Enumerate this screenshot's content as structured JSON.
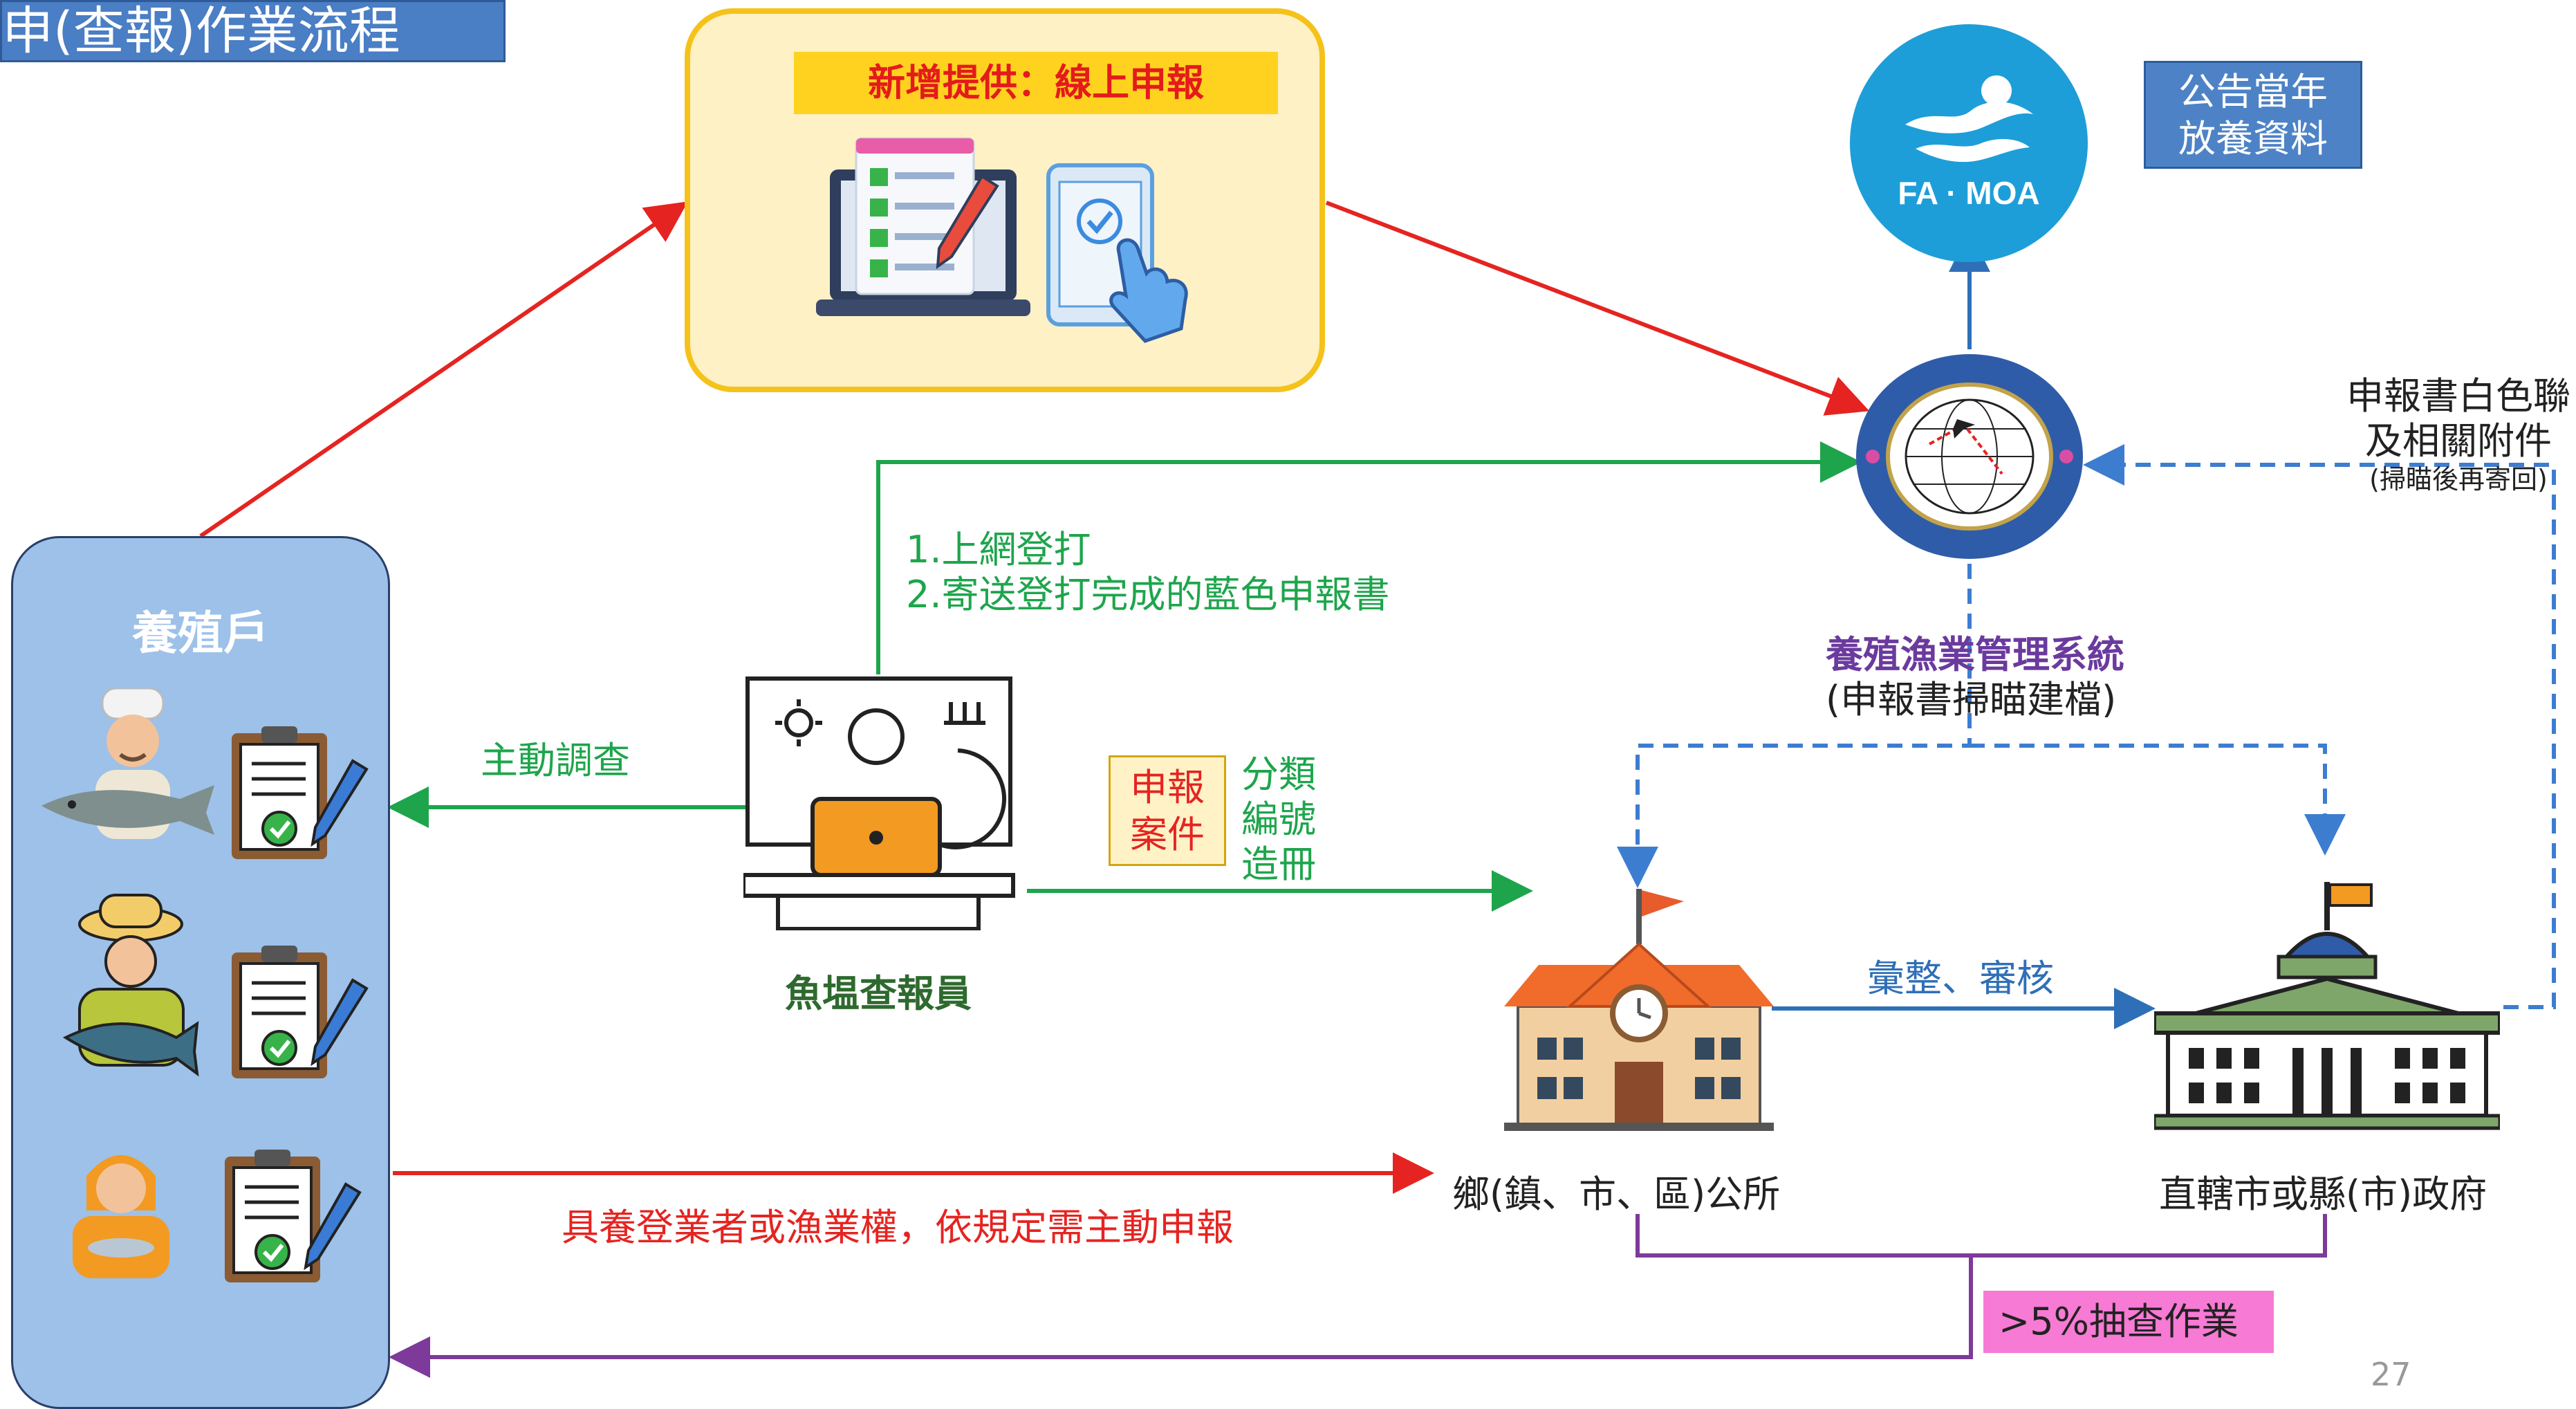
{
  "slide_title": "申(查報)作業流程",
  "online": {
    "title": "新增提供：線上申報"
  },
  "agency": {
    "logo_text": "FA · MOA"
  },
  "notice": {
    "line1": "公告當年",
    "line2": "放養資料"
  },
  "system": {
    "name": "養殖漁業管理系統",
    "sub": "(申報書掃瞄建檔)"
  },
  "return_note": {
    "line1": "申報書白色聯",
    "line2": "及相關附件",
    "line3": "(掃瞄後再寄回)"
  },
  "farmers": {
    "title": "養殖戶"
  },
  "surveyor": {
    "name": "魚塭查報員",
    "step1": "1.上網登打",
    "step2": "2.寄送登打完成的藍色申報書",
    "survey_label": "主動調查",
    "case_line1": "申報",
    "case_line2": "案件",
    "action1": "分類",
    "action2": "編號",
    "action3": "造冊"
  },
  "township": {
    "name": "鄉(鎮、市、區)公所"
  },
  "review_label": "彙整、審核",
  "county": {
    "name": "直轄市或縣(市)政府"
  },
  "self_report_label": "具養登業者或漁業權，依規定需主動申報",
  "spot_check_label": ">5%抽查作業",
  "page_number": "27",
  "colors": {
    "red": "#e52421",
    "green": "#1ea54c",
    "blue": "#2f6fb8",
    "purple": "#7d3a9a",
    "dashed_blue": "#3d7dd0",
    "panel_yellow": "#fff1c6",
    "panel_blue": "#9dc1e8"
  }
}
